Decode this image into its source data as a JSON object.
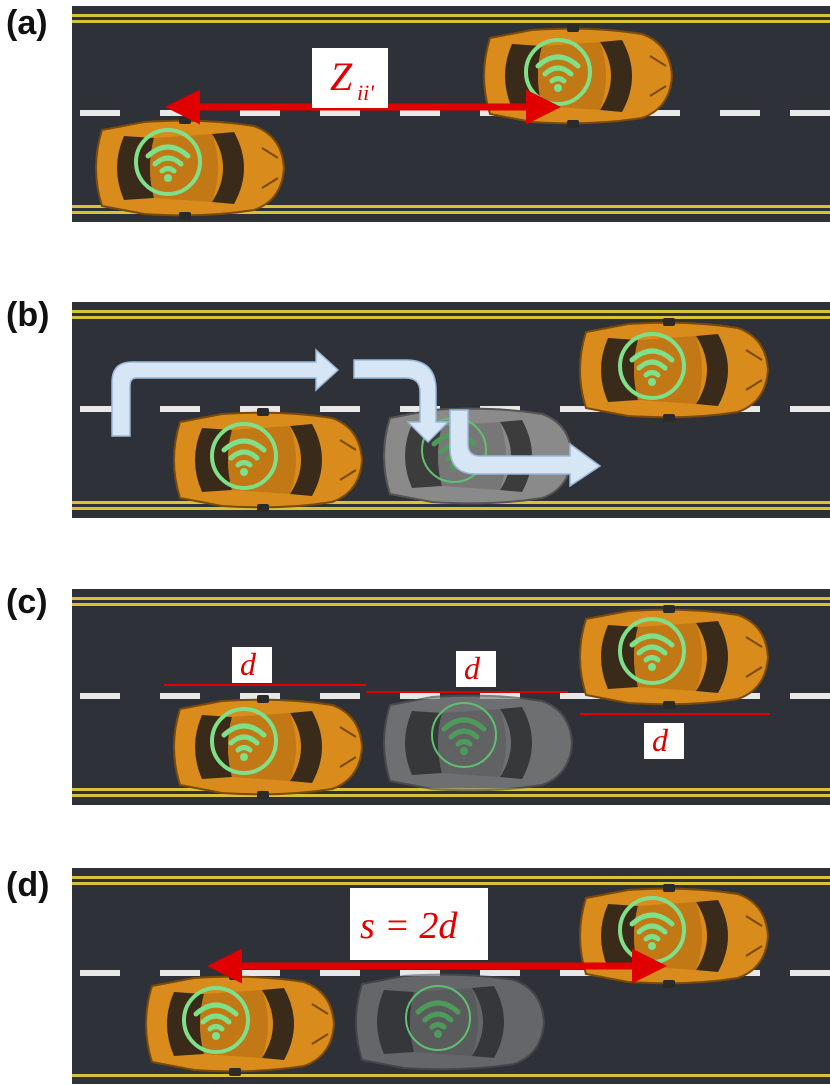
{
  "panels": [
    {
      "label": "(a)",
      "annotation": "Z",
      "annotation_sub": "ii'"
    },
    {
      "label": "(b)"
    },
    {
      "label": "(c)",
      "annotation": "d"
    },
    {
      "label": "(d)",
      "annotation": "s = 2d"
    }
  ],
  "colors": {
    "road": "#2e3138",
    "yellow_line": "#d8c23a",
    "lane_dash": "#e8e8e8",
    "car_body": "#d98b1c",
    "car_ghost": "#7a7a7a",
    "wifi": "#7fe08a",
    "red_annotation": "#e00000",
    "arrow_fill": "#d6e6f5"
  },
  "icons": [
    "car-icon",
    "wifi-icon",
    "ghost-car-icon",
    "lane-change-arrow-icon",
    "distance-arrow-icon"
  ]
}
